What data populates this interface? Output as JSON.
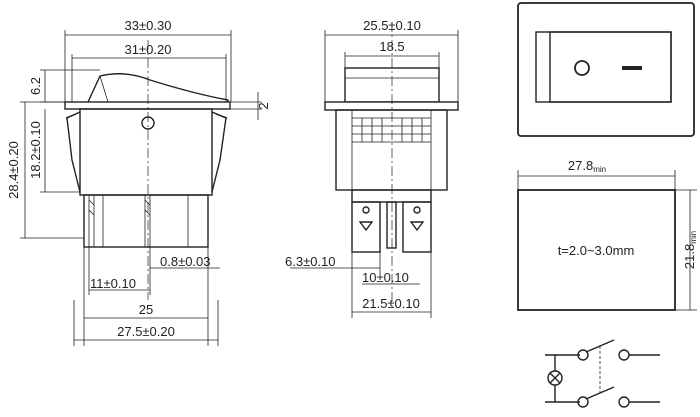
{
  "dims": {
    "overall_width": "33±0.30",
    "frame_width": "31±0.20",
    "rocker_height": "6.2",
    "flange": "2",
    "body_height": "18.2±0.10",
    "total_height": "28.4±0.20",
    "terminal_thickness": "0.8±0.03",
    "terminal_pitch_front": "11±0.10",
    "base_width": "25",
    "base_outer_width": "27.5±0.20",
    "side_top_width": "25.5±0.10",
    "side_inner_width": "18.5",
    "terminal_width": "6.3±0.10",
    "terminal_gap": "10±0.10",
    "side_base_width": "21.5±0.10"
  },
  "panel_cutout": {
    "width_value": "27.8",
    "width_sub": "min",
    "height_value": "21.8",
    "height_sub": "min",
    "thickness": "t=2.0~3.0mm"
  },
  "front_symbols": {
    "off": "O",
    "on": "—"
  }
}
